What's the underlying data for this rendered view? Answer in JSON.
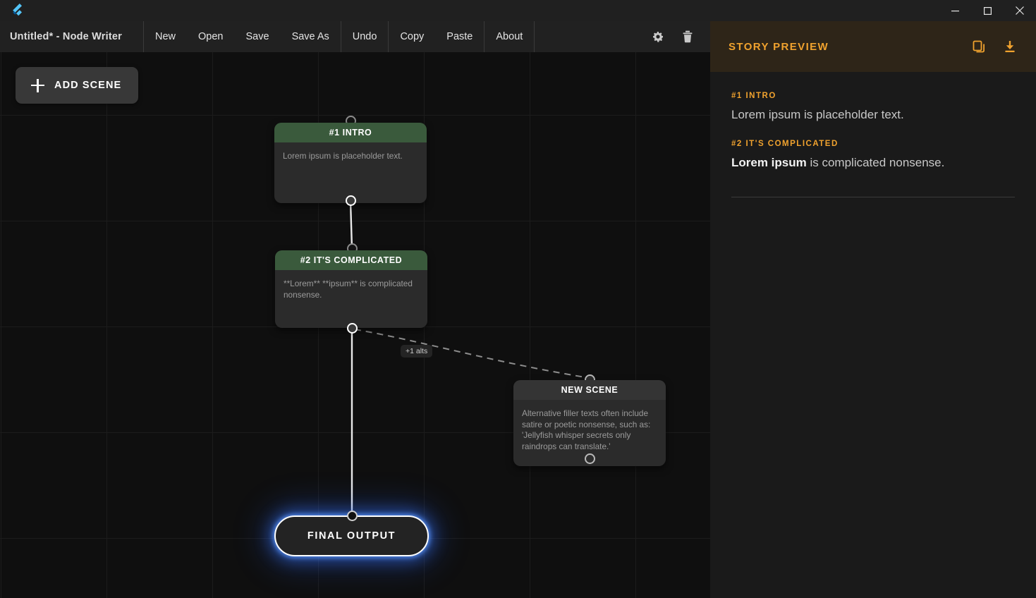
{
  "window": {
    "logo_icon": "flutter-logo",
    "controls": [
      {
        "name": "minimize",
        "glyph": "minimize-icon"
      },
      {
        "name": "maximize",
        "glyph": "maximize-icon"
      },
      {
        "name": "close",
        "glyph": "close-icon"
      }
    ]
  },
  "toolbar": {
    "document_title": "Untitled* - Node Writer",
    "groups": [
      {
        "items": [
          "New",
          "Open",
          "Save",
          "Save As"
        ]
      },
      {
        "items": [
          "Undo"
        ]
      },
      {
        "items": [
          "Copy",
          "Paste"
        ]
      },
      {
        "items": [
          "About"
        ]
      }
    ],
    "icons": [
      {
        "name": "settings-icon",
        "label": "Settings"
      },
      {
        "name": "delete-icon",
        "label": "Delete"
      }
    ]
  },
  "canvas": {
    "add_scene_label": "ADD SCENE",
    "add_icon": "plus-icon",
    "grid_size": 150,
    "alt_edge_badge": "+1 alts",
    "nodes": [
      {
        "id": "n1",
        "title": "#1 INTRO",
        "body": "Lorem ipsum is placeholder text.",
        "state": "active"
      },
      {
        "id": "n2",
        "title": "#2 IT'S COMPLICATED",
        "body": "**Lorem** **ipsum** is complicated nonsense.",
        "state": "active"
      },
      {
        "id": "n3",
        "title": "NEW SCENE",
        "body": "Alternative filler texts often include satire or poetic nonsense, such as: 'Jellyfish whisper secrets only raindrops can translate.'",
        "state": "alternate"
      }
    ],
    "final_node": {
      "label": "FINAL OUTPUT"
    }
  },
  "preview": {
    "title": "STORY PREVIEW",
    "actions": [
      {
        "name": "copy-icon",
        "label": "Copy"
      },
      {
        "name": "download-icon",
        "label": "Download"
      }
    ],
    "entries": [
      {
        "label": "#1 INTRO",
        "text_plain": "Lorem ipsum is placeholder text.",
        "bold_part": "",
        "rest_part": "Lorem ipsum is placeholder text."
      },
      {
        "label": "#2 IT'S COMPLICATED",
        "text_plain": "Lorem ipsum is complicated nonsense.",
        "bold_part": "Lorem ipsum",
        "rest_part": " is complicated nonsense."
      }
    ]
  },
  "colors": {
    "accent": "#f0a22e",
    "panel_header_bg": "#2e2518",
    "node_active_header": "#3a5a3c",
    "node_alt_header": "#343434",
    "canvas_bg": "#0f0f0f",
    "final_glow": "#4a90ff"
  }
}
